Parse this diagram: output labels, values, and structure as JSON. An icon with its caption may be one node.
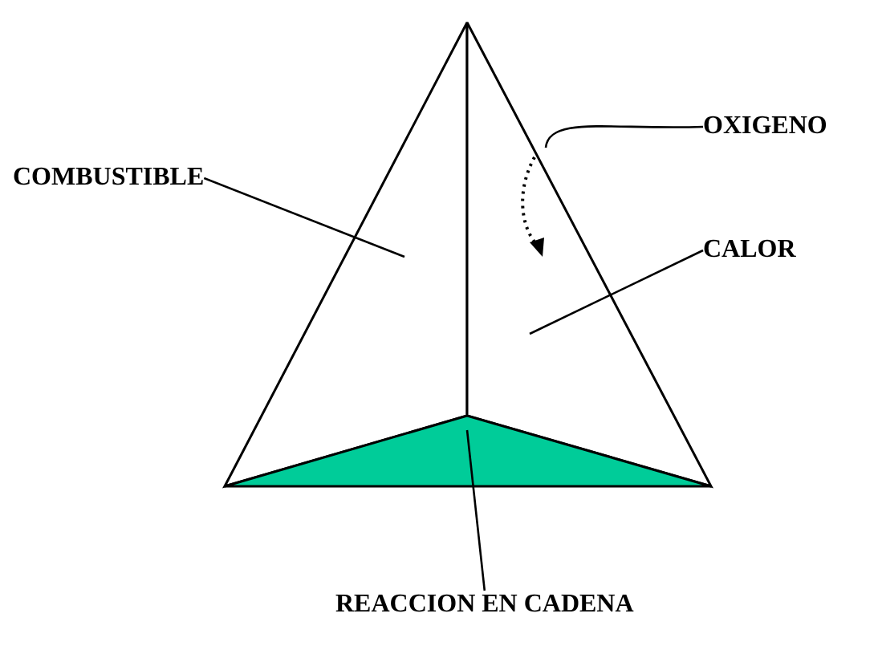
{
  "diagram": {
    "nodes": [
      {
        "text": [
          "COMBUSTIBLE"
        ]
      },
      {
        "text": [
          "OXIGENO"
        ]
      },
      {
        "text": [
          "CALOR"
        ]
      },
      {
        "text": [
          "REACCION EN CADENA"
        ]
      },
      {
        "text": [],
        "shape": "triangle"
      },
      {
        "text": [],
        "shape": "triangle"
      },
      {
        "text": [],
        "shape": "triangle"
      }
    ],
    "edges": [
      {
        "from": 0,
        "to": 4,
        "arrow": "none"
      },
      {
        "from": 1,
        "to": 5,
        "arrow": "none"
      },
      {
        "from": 2,
        "to": 5,
        "arrow": "none"
      },
      {
        "from": 3,
        "to": 6,
        "arrow": "none"
      }
    ]
  }
}
